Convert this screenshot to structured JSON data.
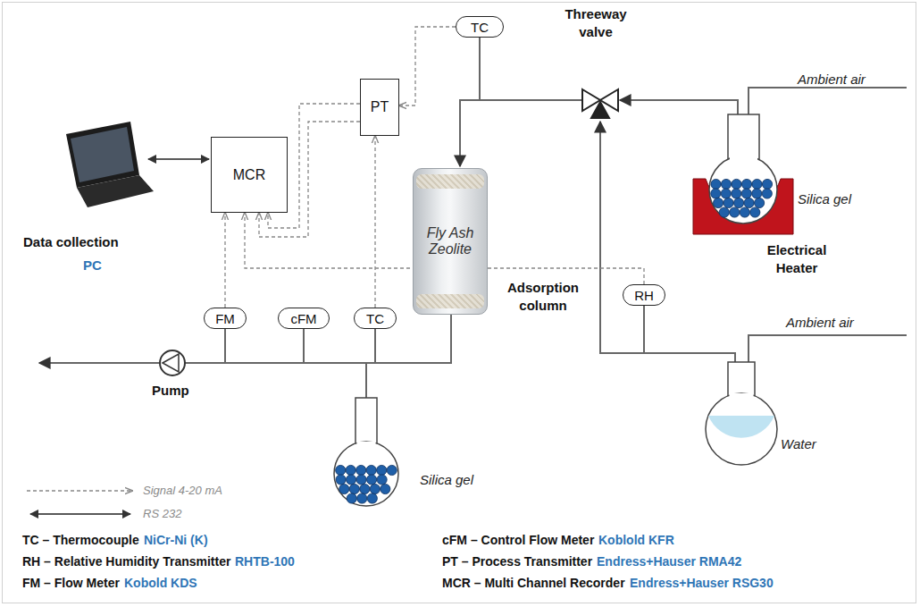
{
  "diagram": {
    "nodes": [
      {
        "text": [
          "TC"
        ]
      },
      {
        "text": [
          "PT"
        ]
      },
      {
        "text": [
          "MCR"
        ]
      },
      {
        "text": [
          "Fly Ash Zeolite"
        ]
      },
      {
        "text": [
          "RH"
        ]
      },
      {
        "text": [
          "FM"
        ]
      },
      {
        "text": [
          "cFM"
        ]
      },
      {
        "text": [
          "TC"
        ]
      }
    ],
    "edges": [
      {
        "from": 0,
        "to": 1,
        "arrow": "to"
      },
      {
        "from": 1,
        "to": 2,
        "arrow": "to"
      },
      {
        "from": 1,
        "to": 2,
        "arrow": "to"
      },
      {
        "from": 7,
        "to": 1,
        "arrow": "to"
      },
      {
        "from": 5,
        "to": 2,
        "arrow": "to"
      },
      {
        "from": 4,
        "to": 2,
        "arrow": "to"
      }
    ],
    "labels": [
      "Ambient air",
      "Threeway valve",
      "Ambient air",
      "Silica gel",
      "Electrical Heater",
      "Data collection",
      "PC",
      "Adsorption column",
      "Pump",
      "Silica gel",
      "Water",
      "TC – Thermocouple",
      "NiCr-Ni (K)",
      "RH – Relative Humidity Transmitter",
      "RHTB-100",
      "FM – Flow Meter",
      "Kobold KDS",
      "cFM – Control Flow Meter",
      "Koblold KFR",
      "PT – Process Transmitter",
      "Endress+Hauser RMA42",
      "MCR – Multi Channel Recorder",
      "Endress+Hauser RSG30"
    ],
    "legend": [
      {
        "text": "Signal 4-20 mA"
      },
      {
        "text": "RS 232"
      }
    ]
  }
}
